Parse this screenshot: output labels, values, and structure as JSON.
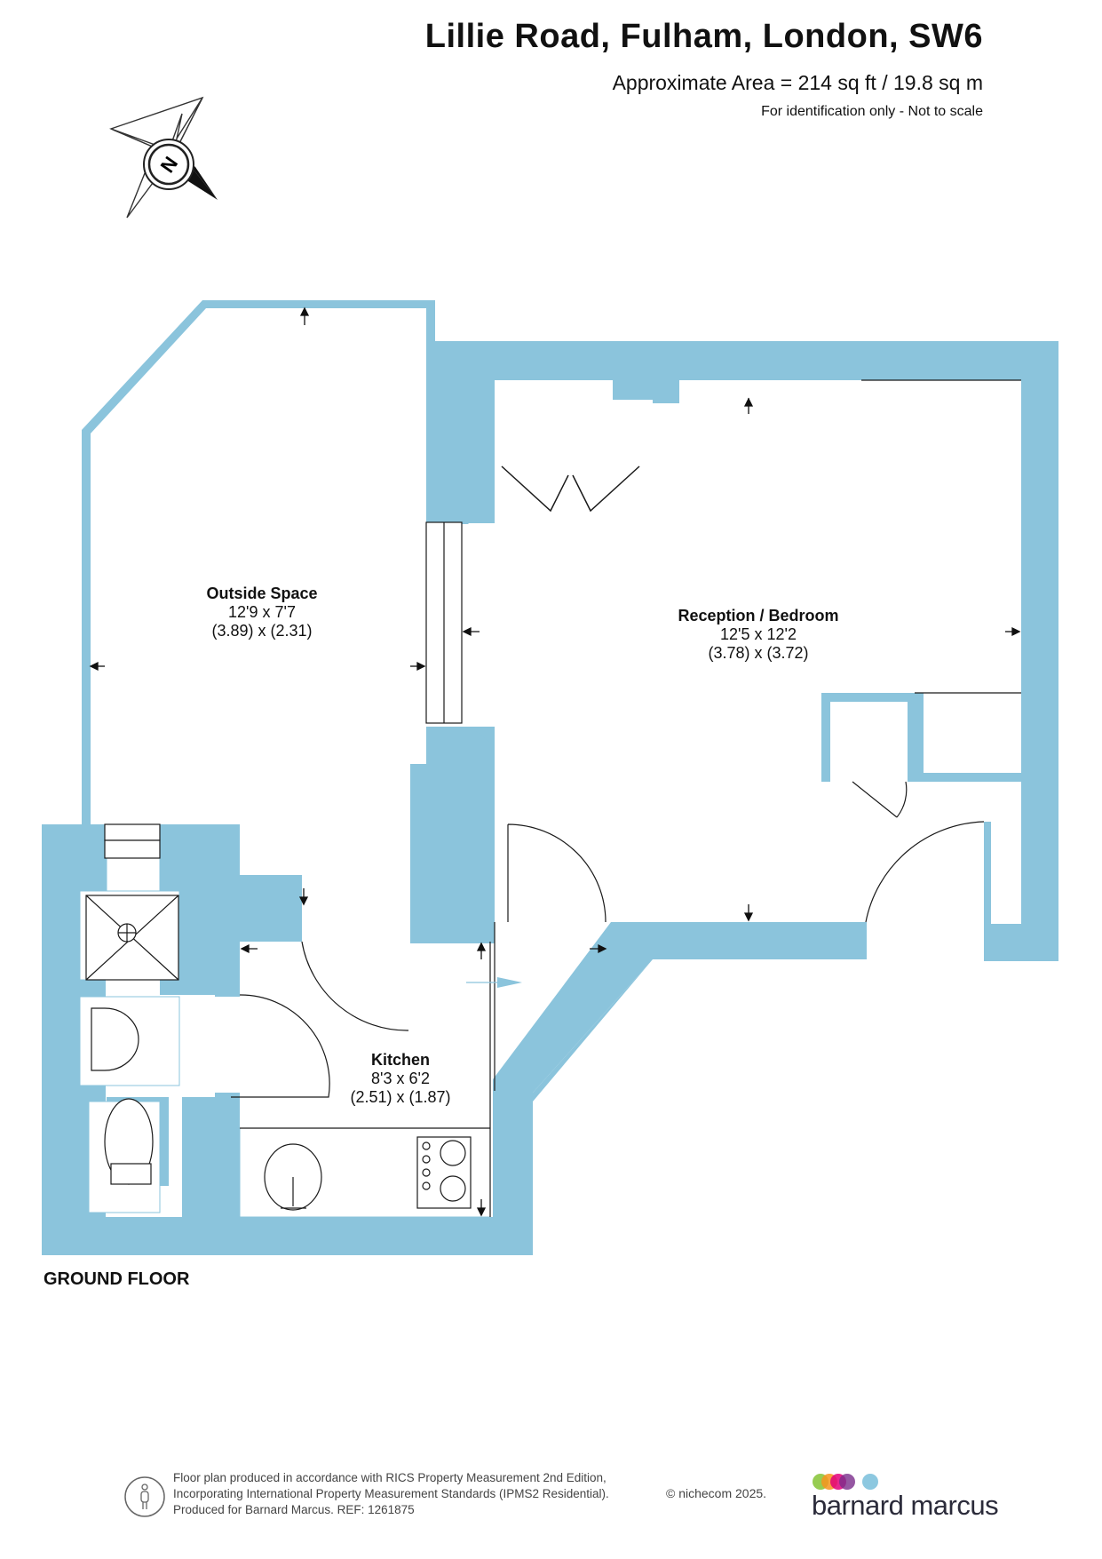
{
  "header": {
    "title": "Lillie Road, Fulham, London, SW6",
    "area": "Approximate Area = 214 sq ft / 19.8 sq m",
    "note": "For identification only - Not to scale"
  },
  "compass": {
    "icon": "north-compass-icon",
    "letter": "N"
  },
  "rooms": {
    "outside": {
      "name": "Outside Space",
      "imperial": "12'9 x 7'7",
      "metric": "(3.89) x (2.31)"
    },
    "reception": {
      "name": "Reception / Bedroom",
      "imperial": "12'5 x 12'2",
      "metric": "(3.78) x (3.72)"
    },
    "kitchen": {
      "name": "Kitchen",
      "imperial": "8'3 x 6'2",
      "metric": "(2.51) x (1.87)"
    }
  },
  "floor_label": "GROUND FLOOR",
  "footer": {
    "line1": "Floor plan produced in accordance with RICS Property Measurement 2nd Edition,",
    "line2": "Incorporating International Property Measurement Standards (IPMS2 Residential).",
    "line3": "Produced for Barnard Marcus.   REF:  1261875",
    "copyright": "© nichecom 2025.",
    "brand": "barnard marcus",
    "brand_dot_colors": [
      "#8cc63f",
      "#f7941d",
      "#e2007a",
      "#7b2d8b",
      "#8dc8e0"
    ]
  },
  "colors": {
    "wall": "#8bc4dc",
    "line": "#1a1a1a"
  }
}
